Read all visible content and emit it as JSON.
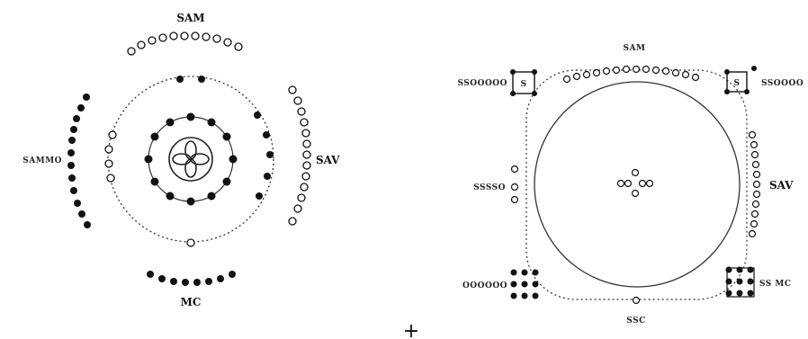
{
  "left_diagram": {
    "label_top": "SAM",
    "label_right": "SAV",
    "label_bottom": "MC",
    "label_left": "SAMMO"
  },
  "right_diagram": {
    "label_top": "SAM",
    "label_right": "SAV",
    "label_bottom": "SSC",
    "label_top_left": "SSOOOOO",
    "label_top_right": "SSOOOO",
    "label_left": "SSSSO",
    "label_bottom_left": "OOOOOO",
    "label_bottom_right": "SS MC",
    "box_top_left_letter": "S",
    "box_top_right_letter": "S"
  },
  "plus_sign": "+"
}
